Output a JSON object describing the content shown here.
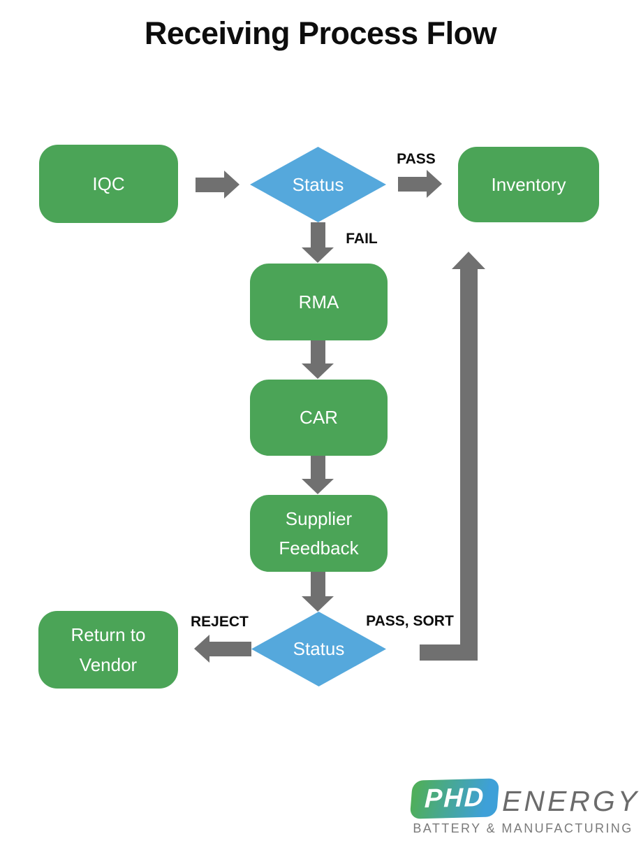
{
  "title": "Receiving Process Flow",
  "flowchart": {
    "nodes": {
      "iqc": {
        "label": "IQC",
        "shape": "rounded-rect"
      },
      "status_top": {
        "label": "Status",
        "shape": "diamond"
      },
      "inventory": {
        "label": "Inventory",
        "shape": "rounded-rect"
      },
      "rma": {
        "label": "RMA",
        "shape": "rounded-rect"
      },
      "car": {
        "label": "CAR",
        "shape": "rounded-rect"
      },
      "supplier_feedback": {
        "label": "Supplier Feedback",
        "shape": "rounded-rect"
      },
      "status_bottom": {
        "label": "Status",
        "shape": "diamond"
      },
      "return_to_vendor": {
        "label": "Return to Vendor",
        "shape": "rounded-rect"
      }
    },
    "edge_labels": {
      "pass": "PASS",
      "fail": "FAIL",
      "reject": "REJECT",
      "pass_sort": "PASS, SORT"
    }
  },
  "colors": {
    "node_green": "#4BA457",
    "diamond_blue": "#55A8DC",
    "arrow_gray": "#707070",
    "label_black": "#0D0D0D",
    "node_text_white": "#FFFFFF",
    "logo_green": "#4FAE5B",
    "logo_blue": "#3EA0D8",
    "logo_gray": "#6B6B6B",
    "tagline_gray": "#7A7A7A"
  },
  "logo": {
    "badge": "PHD",
    "name": "ENERGY",
    "tagline": "BATTERY & MANUFACTURING"
  }
}
